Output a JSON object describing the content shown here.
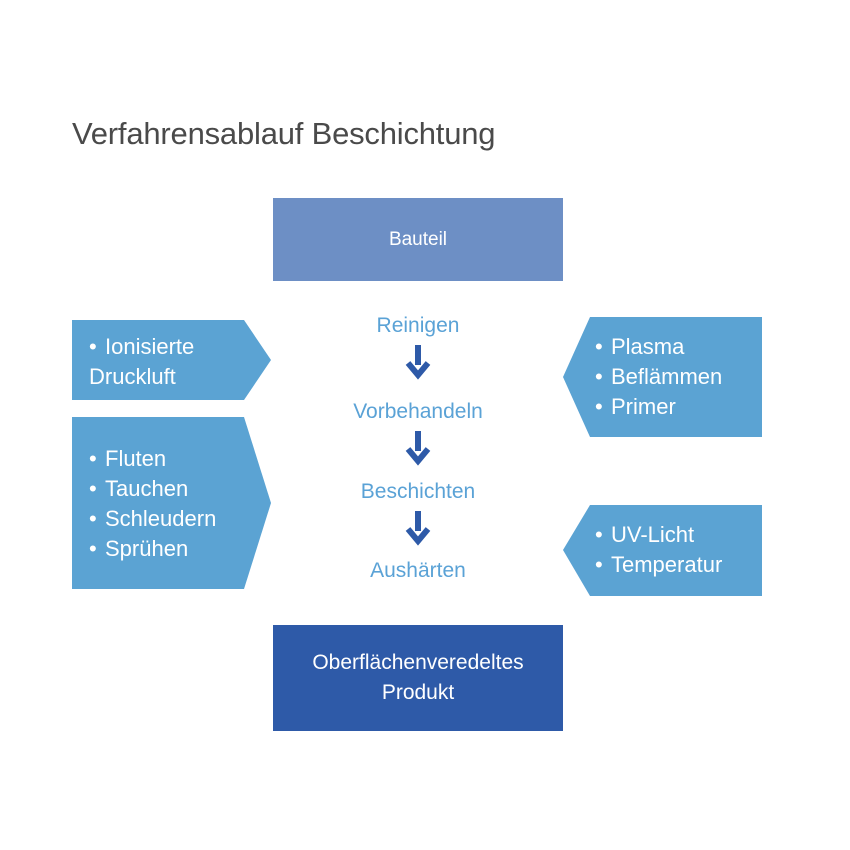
{
  "title": "Verfahrensablauf Beschichtung",
  "top_box": "Bauteil",
  "steps": [
    "Reinigen",
    "Vorbehandeln",
    "Beschichten",
    "Aushärten"
  ],
  "bottom_box": [
    "Oberflächenveredeltes",
    "Produkt"
  ],
  "left_boxes": [
    {
      "items": [
        "Ionisierte",
        "Druckluft"
      ]
    },
    {
      "items": [
        "Fluten",
        "Tauchen",
        "Schleudern",
        "Sprühen"
      ]
    }
  ],
  "right_boxes": [
    {
      "items": [
        "Plasma",
        "Beflämmen",
        "Primer"
      ]
    },
    {
      "items": [
        "UV-Licht",
        "Temperatur"
      ]
    }
  ],
  "colors": {
    "top_box": "#6d8fc5",
    "bottom_box": "#2e5aa8",
    "side_boxes": "#5ba3d3",
    "step_text": "#5aa2d6",
    "arrows": "#2e5aa8"
  }
}
